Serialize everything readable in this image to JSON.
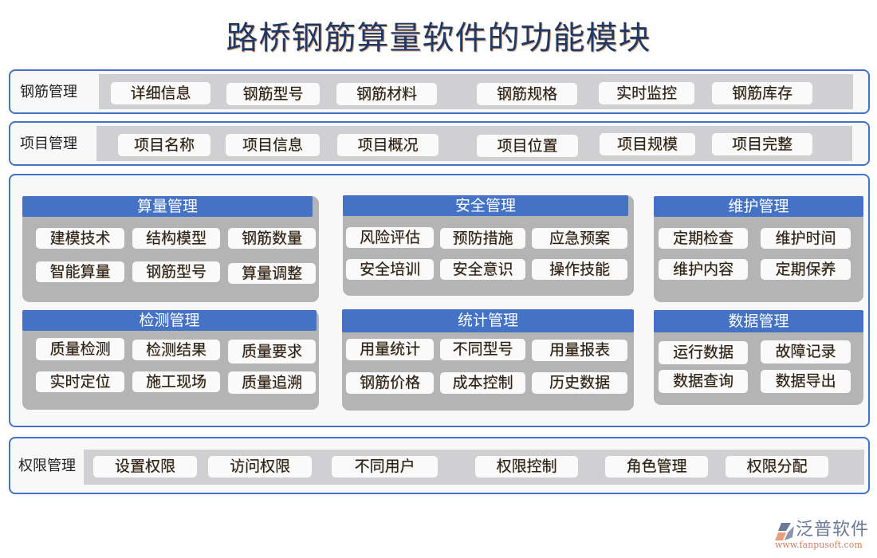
{
  "title": "路桥钢筋算量软件的功能模块",
  "rows": {
    "rebar": {
      "label": "钢筋管理",
      "items": [
        "详细信息",
        "钢筋型号",
        "钢筋材料",
        "钢筋规格",
        "实时监控",
        "钢筋库存"
      ]
    },
    "project": {
      "label": "项目管理",
      "items": [
        "项目名称",
        "项目信息",
        "项目概况",
        "项目位置",
        "项目规模",
        "项目完整"
      ]
    },
    "permission": {
      "label": "权限管理",
      "items": [
        "设置权限",
        "访问权限",
        "不同用户",
        "权限控制",
        "角色管理",
        "权限分配"
      ]
    }
  },
  "groups": {
    "calc": {
      "title": "算量管理",
      "items": [
        "建模技术",
        "结构模型",
        "钢筋数量",
        "智能算量",
        "钢筋型号",
        "算量调整"
      ]
    },
    "safety": {
      "title": "安全管理",
      "items": [
        "风险评估",
        "预防措施",
        "应急预案",
        "安全培训",
        "安全意识",
        "操作技能"
      ]
    },
    "maintenance": {
      "title": "维护管理",
      "items": [
        "定期检查",
        "维护时间",
        "维护内容",
        "定期保养"
      ]
    },
    "inspection": {
      "title": "检测管理",
      "items": [
        "质量检测",
        "检测结果",
        "质量要求",
        "实时定位",
        "施工现场",
        "质量追溯"
      ]
    },
    "statistics": {
      "title": "统计管理",
      "items": [
        "用量统计",
        "不同型号",
        "用量报表",
        "钢筋价格",
        "成本控制",
        "历史数据"
      ]
    },
    "data": {
      "title": "数据管理",
      "items": [
        "运行数据",
        "故障记录",
        "数据查询",
        "数据导出"
      ]
    }
  },
  "logo": {
    "name": "泛普软件",
    "url": "www.fanpusoft.com"
  },
  "colors": {
    "accent": "#4472c4",
    "title": "#203864",
    "group_bg": "#b4b4b4",
    "strip_bg": "#d0d0d2"
  }
}
